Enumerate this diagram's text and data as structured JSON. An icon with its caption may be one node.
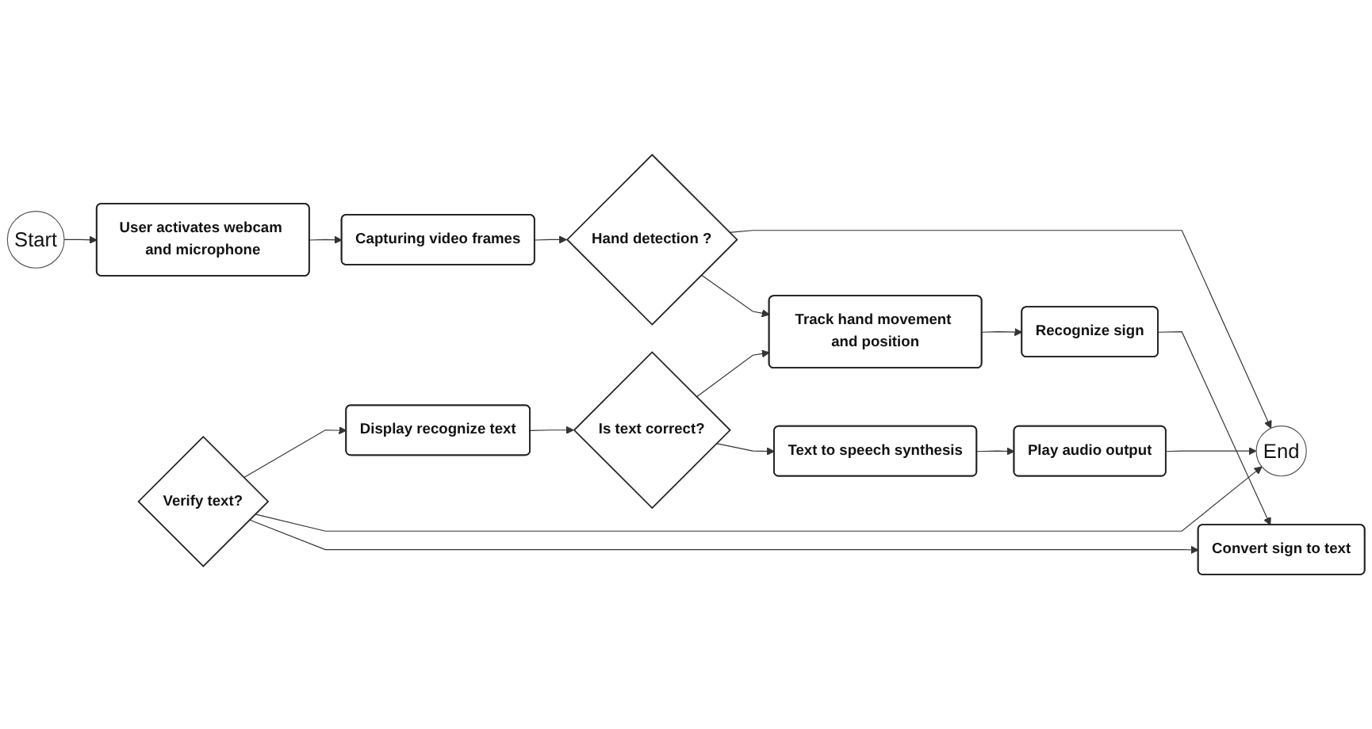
{
  "diagram": {
    "nodes": [
      {
        "text": [
          "Capturing video frames"
        ]
      },
      {
        "text": [
          "Hand detection ?"
        ]
      },
      {
        "text": [
          "Track hand movement and position"
        ]
      },
      {
        "text": [
          "Recognize sign"
        ]
      },
      {
        "text": [
          "User activates webcam and microphone"
        ]
      },
      {
        "text": [
          "End"
        ]
      },
      {
        "text": [
          "Verify text?"
        ]
      },
      {
        "text": [
          "Convert sign to text"
        ]
      },
      {
        "text": [
          "Display recognize text"
        ]
      },
      {
        "text": [
          "Play audio output"
        ]
      },
      {
        "text": [
          "Start"
        ]
      },
      {
        "text": [
          "Text to speech synthesis"
        ]
      },
      {
        "text": [
          "Is text correct?"
        ]
      }
    ],
    "edges": [
      {
        "from": 10,
        "to": 4,
        "arrow": "to"
      },
      {
        "from": 4,
        "to": 0,
        "arrow": "to"
      },
      {
        "from": 0,
        "to": 1,
        "arrow": "to"
      },
      {
        "from": 1,
        "to": 2,
        "arrow": "to"
      },
      {
        "from": 1,
        "to": 5,
        "arrow": "to"
      },
      {
        "from": 2,
        "to": 3,
        "arrow": "to"
      },
      {
        "from": 3,
        "to": 7,
        "arrow": "to"
      },
      {
        "from": 6,
        "to": 7,
        "arrow": "to"
      },
      {
        "from": 6,
        "to": 5,
        "arrow": "to"
      },
      {
        "from": 6,
        "to": 8,
        "arrow": "to"
      },
      {
        "from": 8,
        "to": 12,
        "arrow": "to"
      },
      {
        "from": 12,
        "to": 11,
        "arrow": "to"
      },
      {
        "from": 12,
        "to": 2,
        "arrow": "to"
      },
      {
        "from": 11,
        "to": 9,
        "arrow": "to"
      },
      {
        "from": 9,
        "to": 5,
        "arrow": "to"
      }
    ]
  }
}
